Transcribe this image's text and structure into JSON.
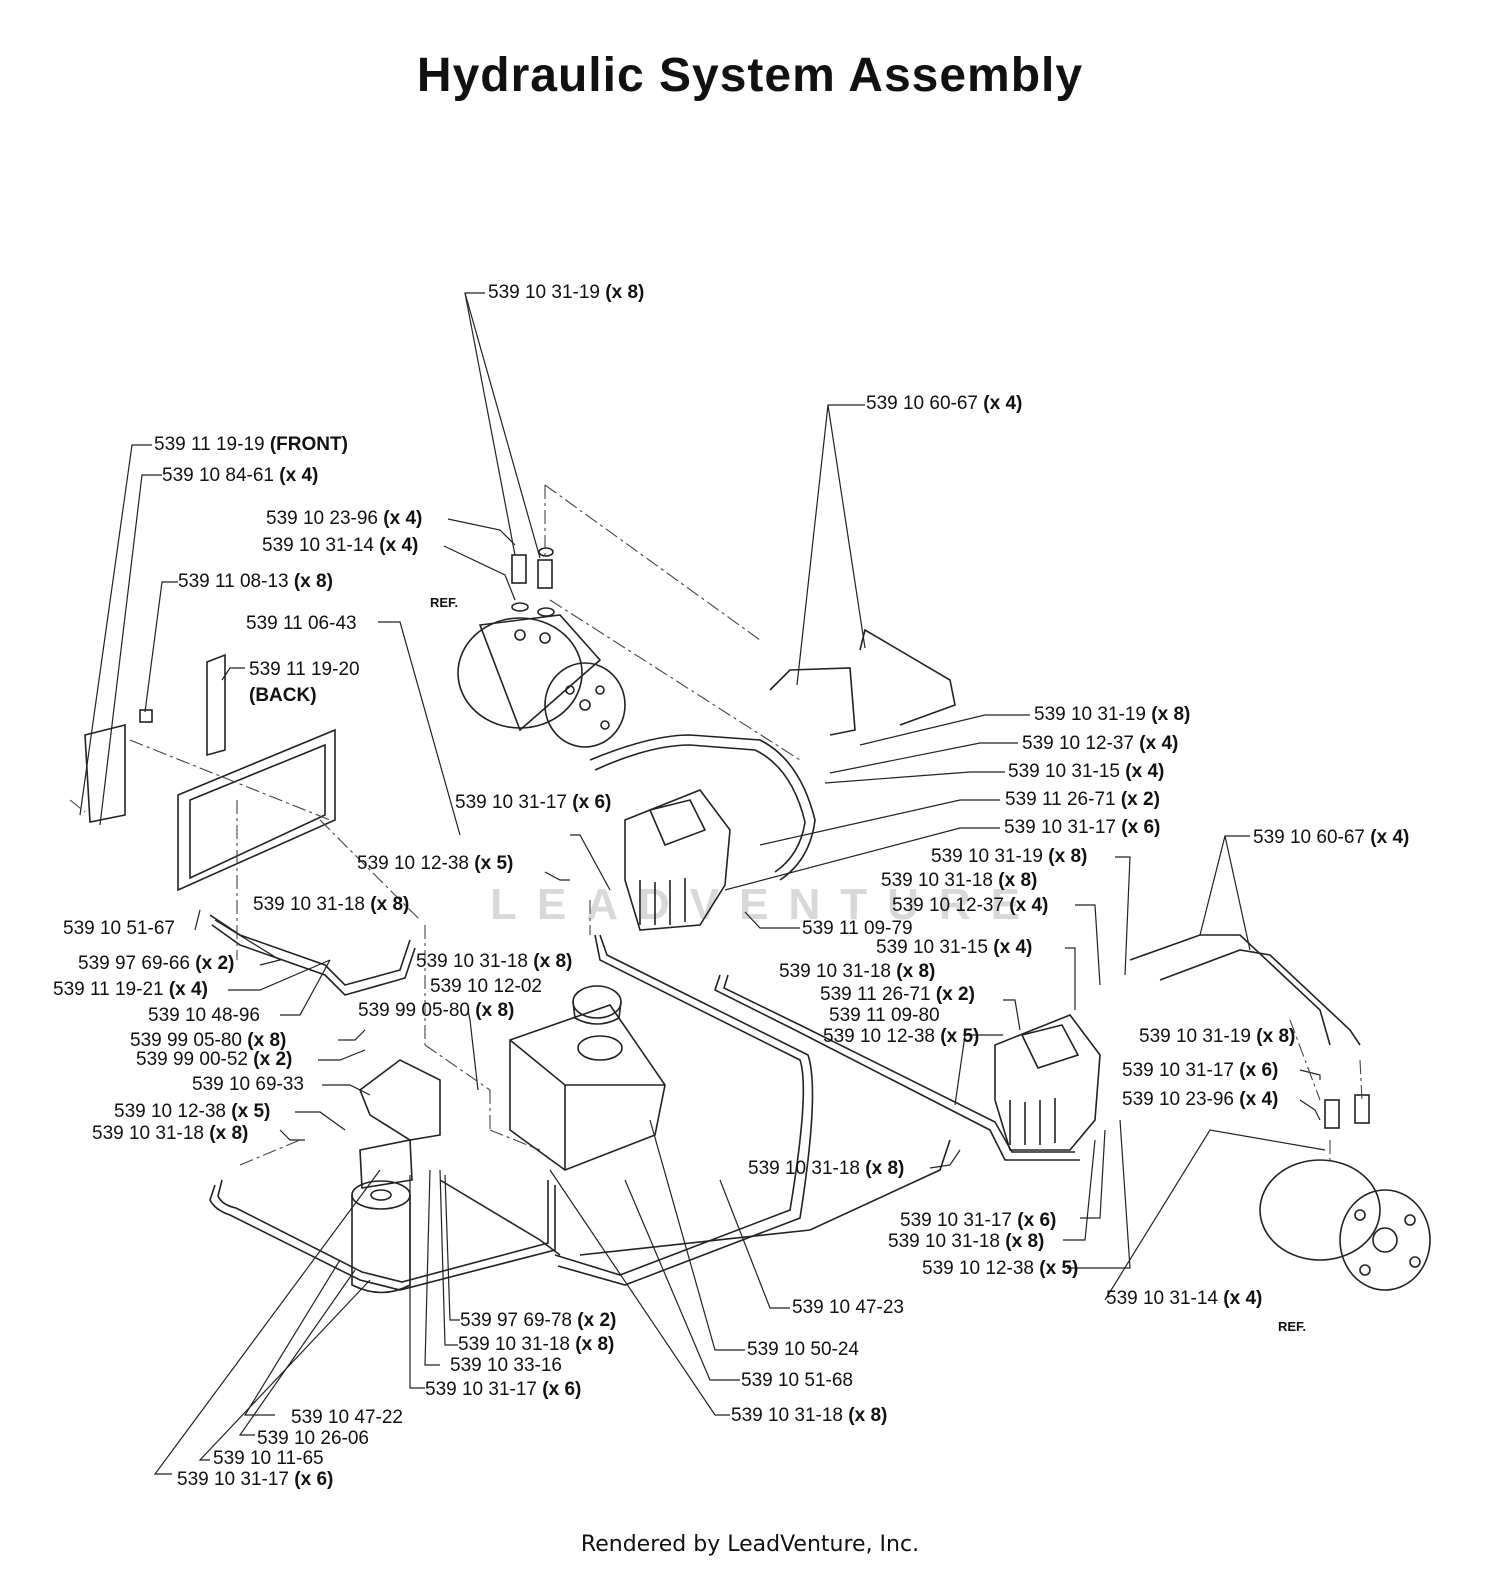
{
  "title": "Hydraulic System Assembly",
  "footer": "Rendered by LeadVenture, Inc.",
  "watermark": "LEADVENTURE",
  "ref_label": "REF.",
  "labels": [
    {
      "part": "539 10 31-19",
      "qty": "(x 8)"
    },
    {
      "part": "539 10 60-67",
      "qty": "(x 4)"
    },
    {
      "part": "539 11 19-19",
      "qty": "(FRONT)"
    },
    {
      "part": "539 10 84-61",
      "qty": "(x 4)"
    },
    {
      "part": "539 10 23-96",
      "qty": "(x 4)"
    },
    {
      "part": "539 10 31-14",
      "qty": "(x 4)"
    },
    {
      "part": "539 11 08-13",
      "qty": "(x 8)"
    },
    {
      "part": "539 11 06-43",
      "qty": ""
    },
    {
      "part": "539 11 19-20",
      "qty": ""
    },
    {
      "part": "",
      "qty": "(BACK)"
    },
    {
      "part": "539 10 31-19",
      "qty": "(x 8)"
    },
    {
      "part": "539 10 12-37",
      "qty": "(x 4)"
    },
    {
      "part": "539 10 31-15",
      "qty": "(x 4)"
    },
    {
      "part": "539 11 26-71",
      "qty": "(x 2)"
    },
    {
      "part": "539 10 31-17",
      "qty": "(x 6)"
    },
    {
      "part": "539 10 31-17",
      "qty": "(x 6)"
    },
    {
      "part": "539 10 60-67",
      "qty": "(x 4)"
    },
    {
      "part": "539 10 12-38",
      "qty": "(x 5)"
    },
    {
      "part": "539 10 31-19",
      "qty": "(x 8)"
    },
    {
      "part": "539 10 31-18",
      "qty": "(x 8)"
    },
    {
      "part": "539 10 12-37",
      "qty": "(x 4)"
    },
    {
      "part": "539 10 31-18",
      "qty": "(x 8)"
    },
    {
      "part": "539 11 09-79",
      "qty": ""
    },
    {
      "part": "539 10 51-67",
      "qty": ""
    },
    {
      "part": "539 10 31-15",
      "qty": "(x 4)"
    },
    {
      "part": "539 97 69-66",
      "qty": "(x 2)"
    },
    {
      "part": "539 10 31-18",
      "qty": "(x 8)"
    },
    {
      "part": "539 10 31-18",
      "qty": "(x 8)"
    },
    {
      "part": "539 11 19-21",
      "qty": "(x 4)"
    },
    {
      "part": "539 10 12-02",
      "qty": ""
    },
    {
      "part": "539 11 26-71",
      "qty": "(x 2)"
    },
    {
      "part": "539 10 48-96",
      "qty": ""
    },
    {
      "part": "539 99 05-80",
      "qty": "(x 8)"
    },
    {
      "part": "539 11 09-80",
      "qty": ""
    },
    {
      "part": "539 99 05-80",
      "qty": "(x 8)"
    },
    {
      "part": "539 10 31-19",
      "qty": "(x 8)"
    },
    {
      "part": "539 10 12-38",
      "qty": "(x 5)"
    },
    {
      "part": "539 99 00-52",
      "qty": "(x 2)"
    },
    {
      "part": "539 10 31-17",
      "qty": "(x 6)"
    },
    {
      "part": "539 10 69-33",
      "qty": ""
    },
    {
      "part": "539 10 23-96",
      "qty": "(x 4)"
    },
    {
      "part": "539 10 12-38",
      "qty": "(x 5)"
    },
    {
      "part": "539 10 31-18",
      "qty": "(x 8)"
    },
    {
      "part": "539 10 31-18",
      "qty": "(x 8)"
    },
    {
      "part": "539 10 31-17",
      "qty": "(x 6)"
    },
    {
      "part": "539 10 31-18",
      "qty": "(x 8)"
    },
    {
      "part": "539 10 12-38",
      "qty": "(x 5)"
    },
    {
      "part": "539 10 31-14",
      "qty": "(x 4)"
    },
    {
      "part": "539 10 47-23",
      "qty": ""
    },
    {
      "part": "539 97 69-78",
      "qty": "(x 2)"
    },
    {
      "part": "539 10 31-18",
      "qty": "(x 8)"
    },
    {
      "part": "539 10 50-24",
      "qty": ""
    },
    {
      "part": "539 10 33-16",
      "qty": ""
    },
    {
      "part": "539 10 51-68",
      "qty": ""
    },
    {
      "part": "539 10 31-17",
      "qty": "(x 6)"
    },
    {
      "part": "539 10 31-18",
      "qty": "(x 8)"
    },
    {
      "part": "539 10 47-22",
      "qty": ""
    },
    {
      "part": "539 10 26-06",
      "qty": ""
    },
    {
      "part": "539 10 11-65",
      "qty": ""
    },
    {
      "part": "539 10 31-17",
      "qty": "(x 6)"
    }
  ]
}
